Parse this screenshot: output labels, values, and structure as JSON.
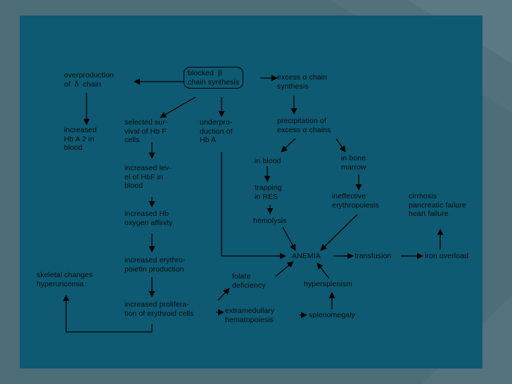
{
  "colors": {
    "background": "#4d6d78",
    "panel": "#0d5a72",
    "arrow": "#000000",
    "text": "#0a0a0a"
  },
  "nodes": {
    "overproduction": "overproduction\nof  δ  chain",
    "blocked": "blocked  β\nchain synthesis",
    "excess_alpha": "excess α chain\nsynthesis",
    "hba2": "increased\nHb A 2 in\nblood",
    "selected": "selected sur-\nvival of Hb F\ncells",
    "underproduction": "underpro-\nduction of\nHb A",
    "precipitation": "precipitation of\nexcess α chains",
    "in_blood": "in blood",
    "bone_marrow": "in bone\nmarrow",
    "hbf_level": "increased lev-\nel of HbF in\nblood",
    "trapping": "trapping\nin RES",
    "ineffective": "ineffective\nerythropoiesis",
    "cirrhosis": "cirrhosis\npancreatic failure\nheart failure",
    "oxygen": "increased Hb\noxygen affinity",
    "hemolysis": "hemolysis",
    "anemia": "ANEMIA",
    "transfusion": "transfusion",
    "iron": "iron overload",
    "erythropoietin": "increased erythro-\npoietin production",
    "skeletal": "skeletal changes\nhyperuricemia",
    "folate": "folate\ndeficiency",
    "hypersplenism": "hypersplenism",
    "proliferation": "increased prolifera-\ntion of erythroid cells",
    "extramedullary": "extramedullary\nhematopoiesis",
    "splenomegaly": "splenomegaly"
  }
}
